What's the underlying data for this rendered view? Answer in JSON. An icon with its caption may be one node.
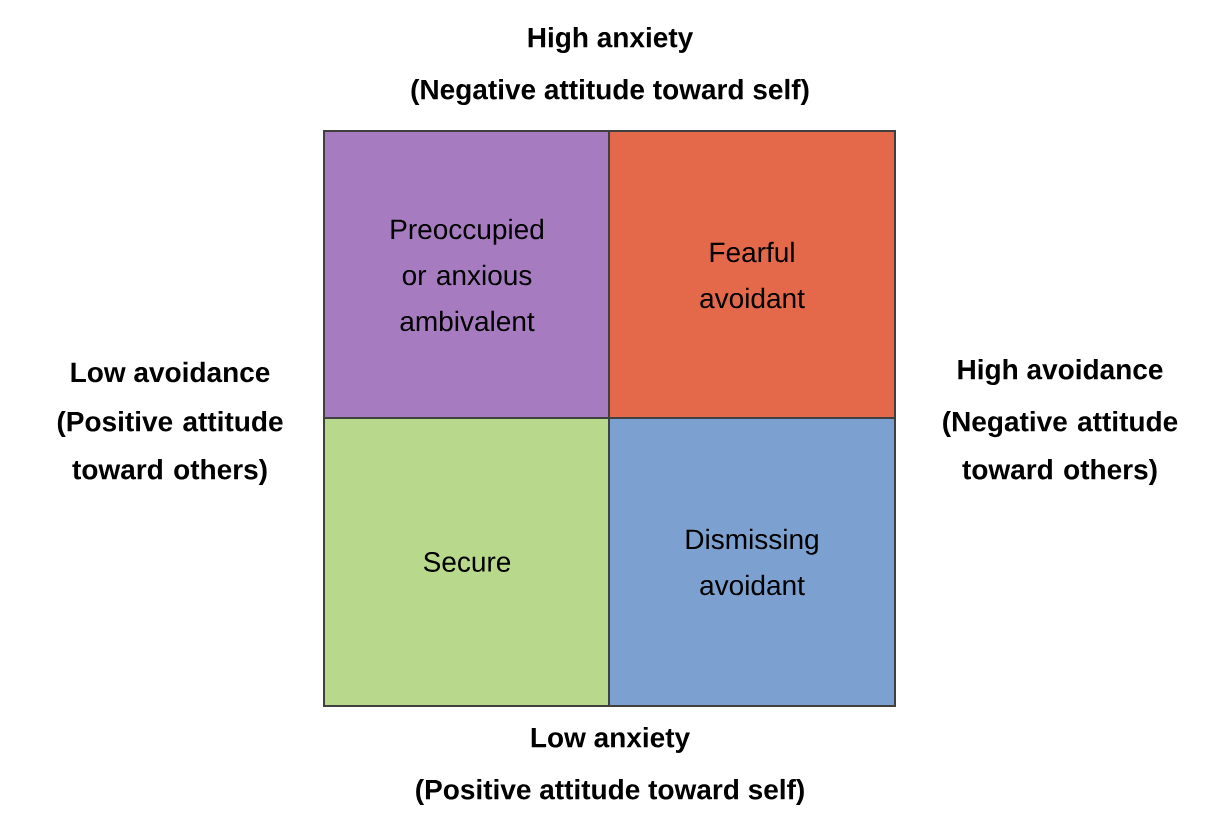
{
  "diagram": {
    "nodes": [
      {
        "text": [
          "Preoccupied or anxious ambivalent"
        ]
      },
      {
        "text": [
          "Fearful avoidant"
        ]
      },
      {
        "text": [
          "Secure"
        ]
      },
      {
        "text": [
          "Dismissing avoidant"
        ]
      }
    ],
    "labels": [
      "High anxiety",
      "(Negative attitude toward self)",
      "Low avoidance",
      "(Positive attitude toward others)",
      "High avoidance",
      "(Negative attitude toward others)",
      "Low anxiety",
      "(Positive attitude toward self)"
    ]
  }
}
